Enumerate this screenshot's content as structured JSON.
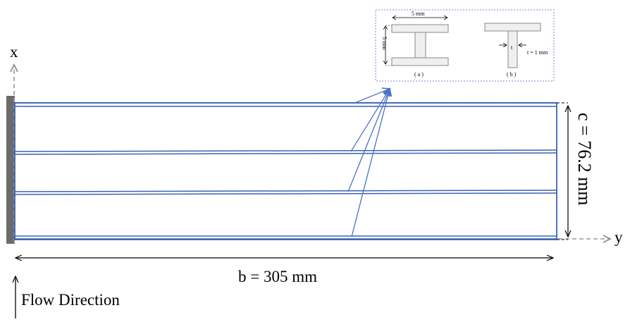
{
  "labels": {
    "x_axis": "x",
    "y_axis": "y",
    "height_dim": "c = 76.2 mm",
    "width_dim": "b = 305 mm",
    "flow_direction": "Flow Direction"
  },
  "inset": {
    "width_label": "5 mm",
    "height_label": "5 mm",
    "thickness_symbol": "t",
    "thickness_value": "t = 1 mm",
    "caption_a": "( a )",
    "caption_b": "( b )"
  },
  "colors": {
    "stringer_blue": "#3a62b4",
    "arrow_blue": "#4a72c4",
    "wall_gray": "#6b6b6b",
    "axis_gray": "#9a9a9a",
    "inset_border": "#6f8fc8",
    "section_fill": "#efefef",
    "section_stroke": "#888888"
  }
}
